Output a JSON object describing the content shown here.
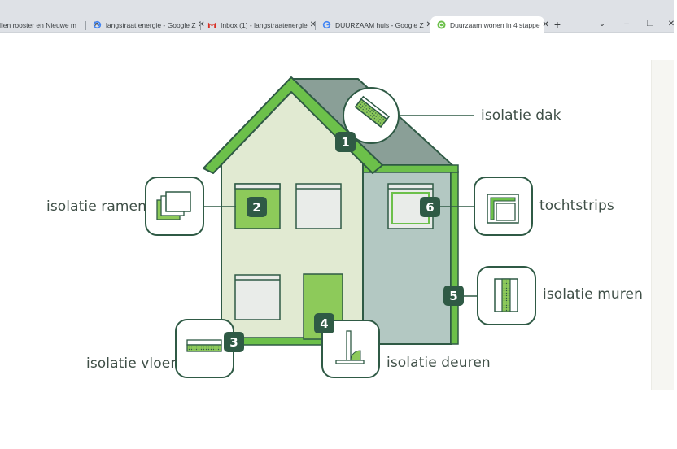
{
  "browser": {
    "tabs": [
      {
        "title": "llen rooster en Nieuwe m",
        "favicon": "page-icon"
      },
      {
        "title": "langstraat energie - Google Z",
        "favicon": "google-icon"
      },
      {
        "title": "Inbox (1) - langstraatenergie",
        "favicon": "gmail-icon"
      },
      {
        "title": "DUURZAAM huis - Google Z",
        "favicon": "google-icon"
      },
      {
        "title": "Duurzaam wonen in 4 stappe",
        "favicon": "site-icon",
        "active": true
      }
    ],
    "close_glyph": "✕",
    "new_tab_glyph": "+",
    "window_controls": {
      "menu": "⌄",
      "minimize": "–",
      "restore": "❐",
      "close": "✕"
    }
  },
  "infographic": {
    "colors": {
      "dark_green": "#2f5a45",
      "bright_green": "#6cc04a",
      "light_green": "#8dca5a",
      "wall_light": "#e1ead2",
      "wall_gray": "#b3c8c2",
      "roof_gray": "#8a9f97",
      "window": "#e9ece9"
    },
    "steps": [
      {
        "number": "1",
        "label": "isolatie dak"
      },
      {
        "number": "2",
        "label": "isolatie ramen"
      },
      {
        "number": "3",
        "label": "isolatie vloer"
      },
      {
        "number": "4",
        "label": "isolatie deuren"
      },
      {
        "number": "5",
        "label": "isolatie muren"
      },
      {
        "number": "6",
        "label": "tochtstrips"
      }
    ]
  }
}
